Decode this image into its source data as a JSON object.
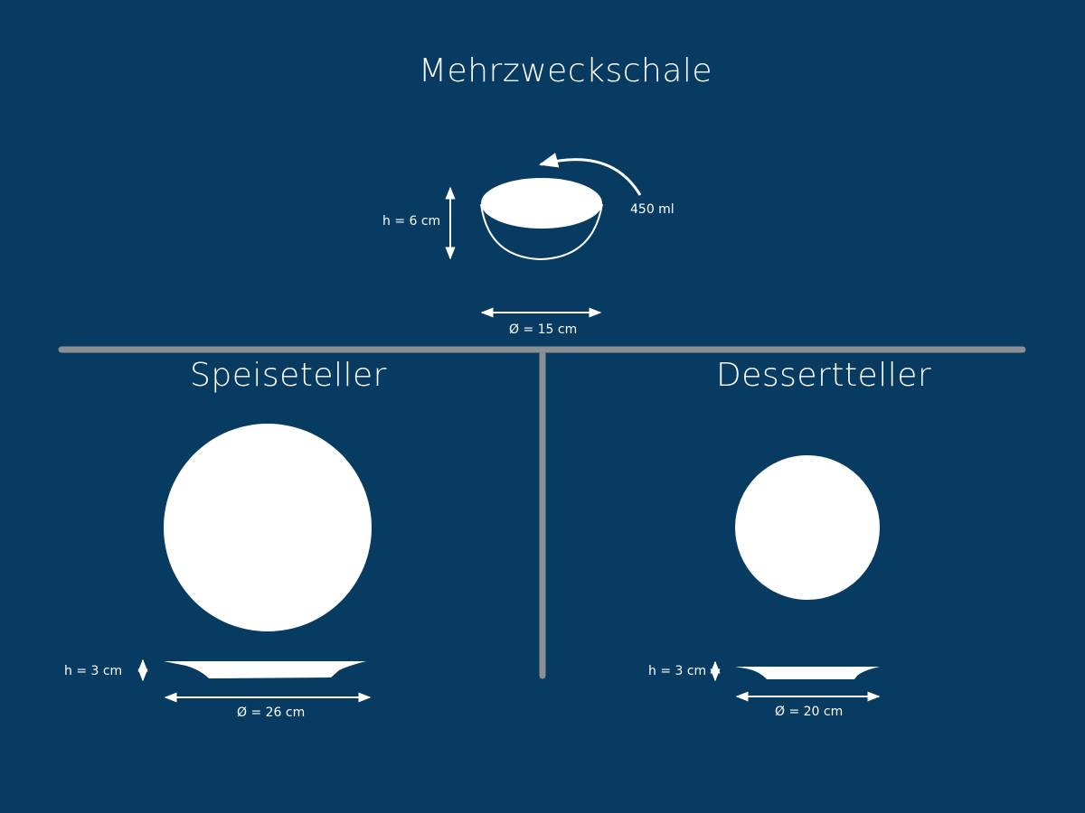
{
  "bowl": {
    "title": "Mehrzweckschale",
    "height_label": "h = 6 cm",
    "volume_label": "450 ml",
    "diameter_label": "Ø = 15 cm"
  },
  "dinner_plate": {
    "title": "Speiseteller",
    "height_label": "h = 3 cm",
    "diameter_label": "Ø = 26 cm"
  },
  "dessert_plate": {
    "title": "Dessertteller",
    "height_label": "h = 3 cm",
    "diameter_label": "Ø = 20 cm"
  },
  "colors": {
    "background": "#073b61",
    "divider": "#8a8f94",
    "foreground": "#ffffff"
  }
}
